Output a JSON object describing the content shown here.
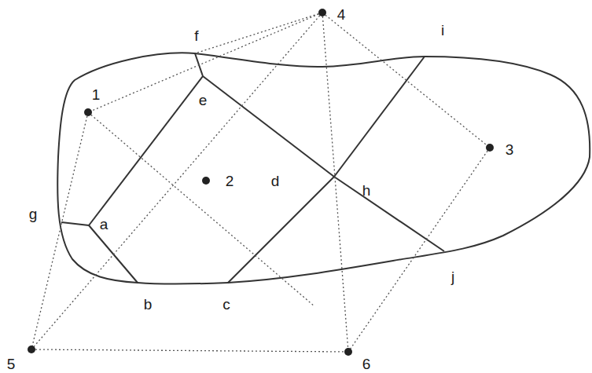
{
  "diagram": {
    "labels": [
      "4",
      "f",
      "i",
      "1",
      "e",
      "3",
      "2",
      "d",
      "h",
      "g",
      "a",
      "j",
      "b",
      "c",
      "5",
      "6"
    ]
  }
}
